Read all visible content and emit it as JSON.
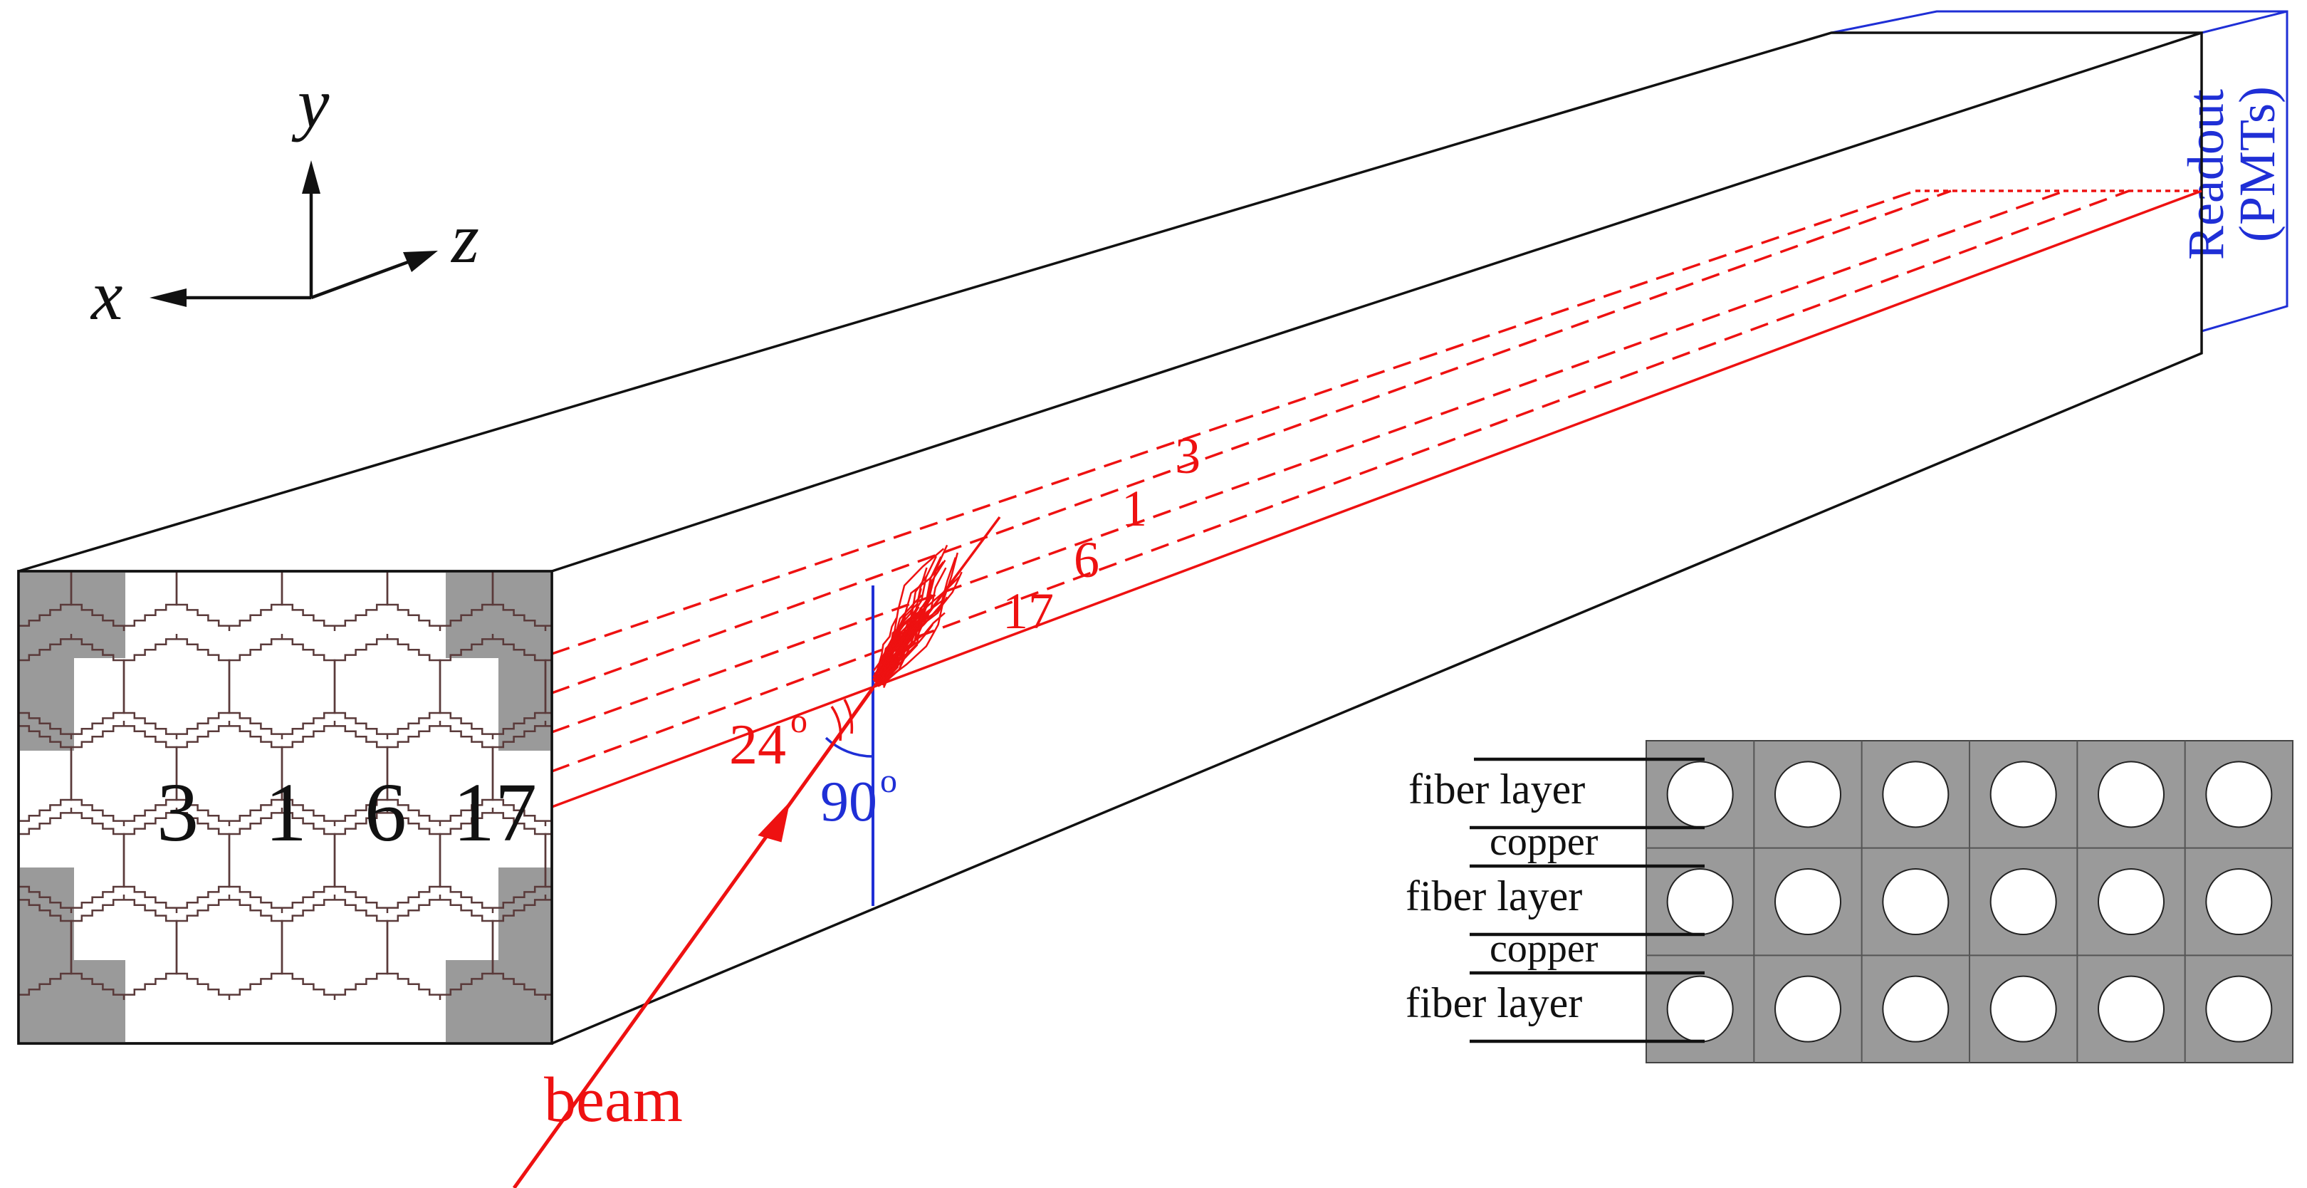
{
  "axes": {
    "x": "x",
    "y": "y",
    "z": "z"
  },
  "module": {
    "readout_line1": "Readout",
    "readout_line2": "(PMTs)"
  },
  "towers": {
    "face_labels": [
      "3",
      "1",
      "6",
      "17"
    ],
    "line_labels": [
      "3",
      "1",
      "6",
      "17"
    ]
  },
  "beam": {
    "label": "beam",
    "incidence_angle": "24",
    "normal_angle": "90",
    "degree_mark": "o"
  },
  "layers": {
    "labels": [
      "fiber layer",
      "copper",
      "fiber layer",
      "copper",
      "fiber layer"
    ],
    "rows": 3,
    "cols": 6
  },
  "colors": {
    "beam_red": "#ee1111",
    "readout_blue": "#1f2fd6",
    "fill_gray": "#9a9a9a",
    "edge_black": "#111111",
    "hex_line": "#5a3a3a"
  }
}
